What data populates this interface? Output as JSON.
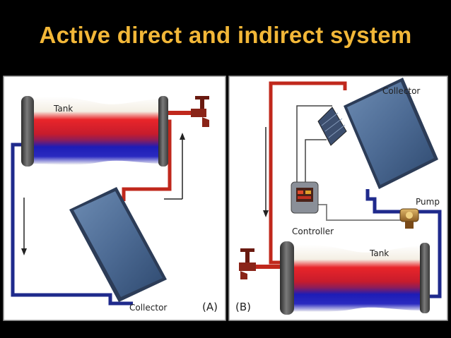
{
  "slide": {
    "title": "Active direct and indirect system"
  },
  "panel_a": {
    "tag": "(A)",
    "tank_label": "Tank",
    "collector_label": "Collector"
  },
  "panel_b": {
    "tag": "(B)",
    "tank_label": "Tank",
    "collector_label": "Collector",
    "pump_label": "Pump",
    "controller_label": "Controller"
  },
  "colors": {
    "title": "#f2b738",
    "background": "#000000",
    "hot_pipe": "#c0281c",
    "cold_pipe": "#1f2a8c",
    "collector_panel": "#4f6f96"
  }
}
